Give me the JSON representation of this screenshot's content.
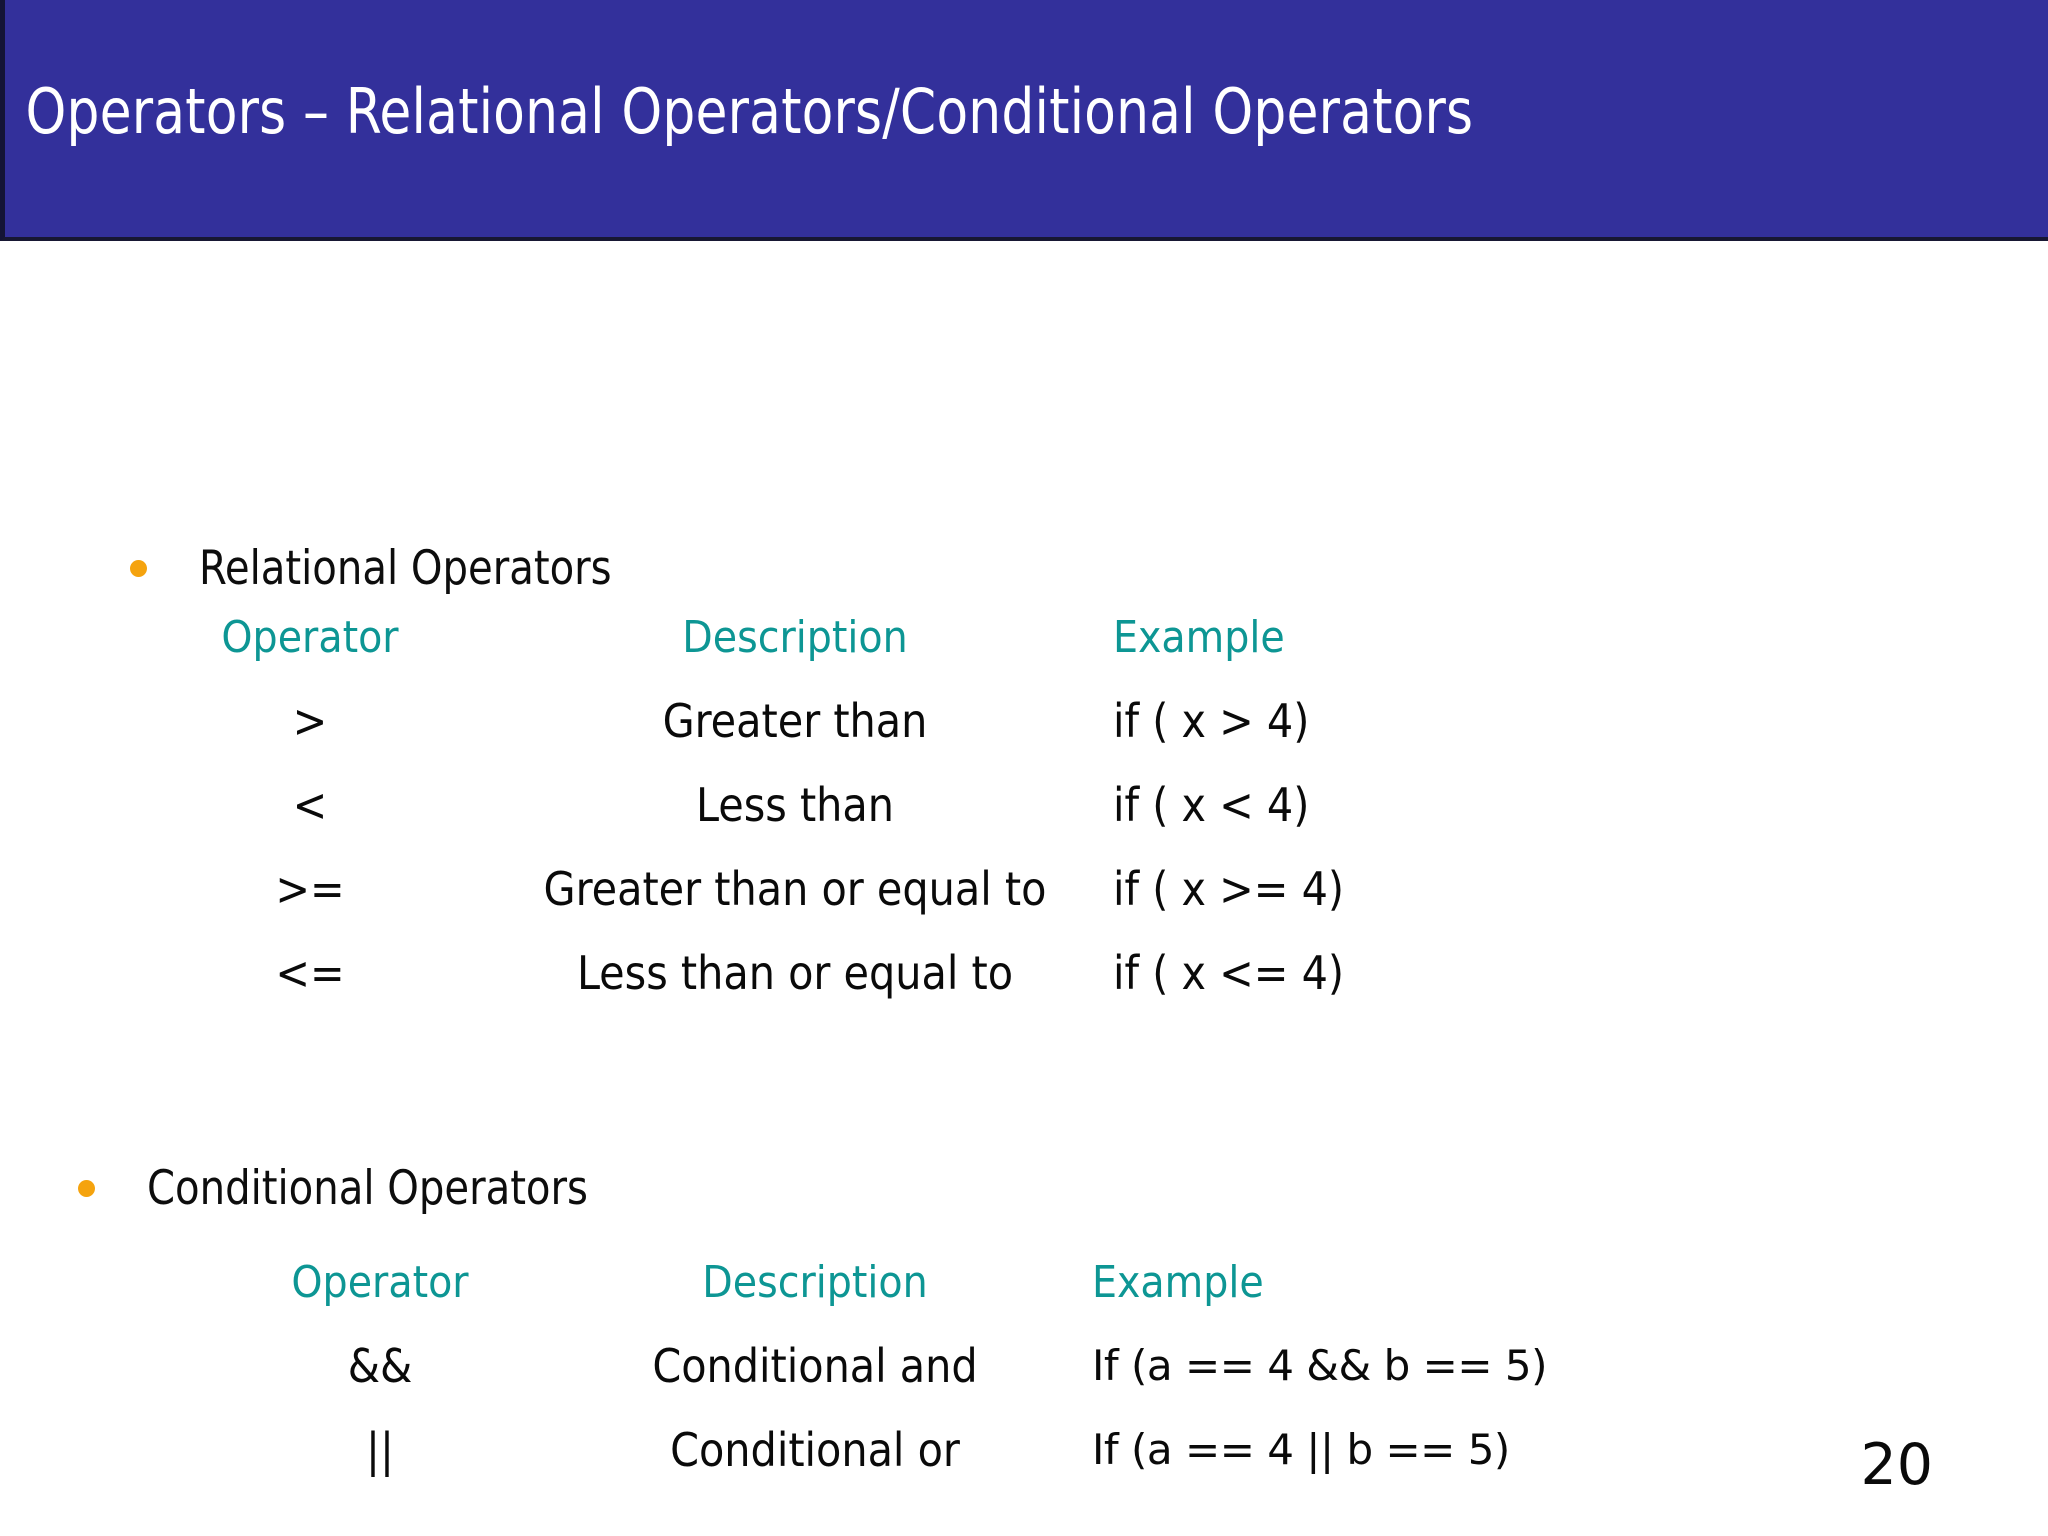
{
  "slide": {
    "title": "Operators – Relational Operators/Conditional Operators",
    "page_number": "20",
    "colors": {
      "banner_background": "#33309B",
      "banner_text": "#FFFFFF",
      "bullet": "#F5A30E",
      "table_header_text": "#0D9694",
      "body_text": "#0A0A0A",
      "page_background": "#FFFFFF"
    }
  },
  "sections": [
    {
      "bullet_label": "Relational Operators",
      "table": {
        "headers": [
          "Operator",
          "Description",
          "Example"
        ],
        "rows": [
          [
            "&gt;",
            "Greater than",
            "if ( x &gt; 4)"
          ],
          [
            "&lt;",
            "Less than",
            "if ( x &lt; 4)"
          ],
          [
            "&gt;=",
            "Greater than or equal to",
            "if ( x &gt;= 4)"
          ],
          [
            "&lt;=",
            "Less than or equal to",
            "if ( x &lt;= 4)"
          ]
        ]
      }
    },
    {
      "bullet_label": "Conditional Operators",
      "table": {
        "headers": [
          "Operator",
          "Description",
          "Example"
        ],
        "rows": [
          [
            "&&",
            "Conditional and",
            "If (a == 4 && b == 5)"
          ],
          [
            "||",
            "Conditional or",
            "If (a == 4 || b == 5)"
          ]
        ]
      }
    }
  ]
}
